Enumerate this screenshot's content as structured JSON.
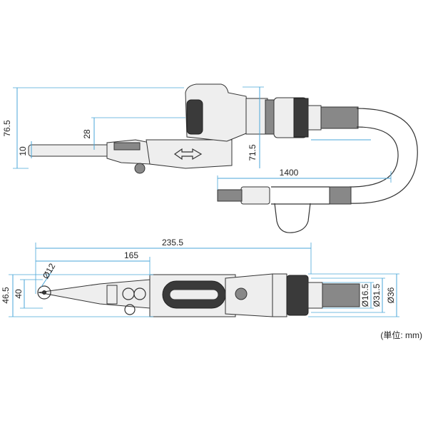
{
  "dimensions": {
    "overall_height_top": "76.5",
    "body_height": "28",
    "belt_arm_height": "10",
    "handle_height": "71.5",
    "hose_length": "1400",
    "overall_length": "235.5",
    "arm_length": "165",
    "side_height": "46.5",
    "belt_width": "40",
    "pulley_diameter": "Ø12",
    "hose_inner_diameter": "Ø16.5",
    "hose_outer_diameter": "Ø31.5",
    "fitting_diameter": "Ø36"
  },
  "unit_note": "(単位: mm)",
  "colors": {
    "dimension_line": "#4aa6d8",
    "outline": "#333333"
  }
}
